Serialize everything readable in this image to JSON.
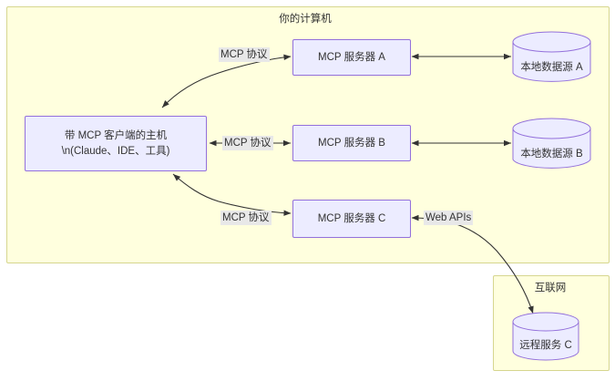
{
  "diagram": {
    "type": "flowchart",
    "colors": {
      "subgraph_fill": "#ffffde",
      "subgraph_stroke": "#d6d68f",
      "node_fill": "#ececff",
      "node_stroke": "#9370db",
      "edge_stroke": "#333333",
      "label_bg": "#e8e8e8",
      "text": "#333333",
      "page_bg": "#ffffff"
    },
    "subgraphs": [
      {
        "id": "computer",
        "title": "你的计算机"
      },
      {
        "id": "internet",
        "title": "互联网"
      }
    ],
    "nodes": [
      {
        "id": "host",
        "shape": "rect",
        "line1": "带 MCP 客户端的主机",
        "line2": "\\n(Claude、IDE、工具)"
      },
      {
        "id": "server_a",
        "shape": "rect",
        "label": "MCP 服务器 A"
      },
      {
        "id": "server_b",
        "shape": "rect",
        "label": "MCP 服务器 B"
      },
      {
        "id": "server_c",
        "shape": "rect",
        "label": "MCP 服务器 C"
      },
      {
        "id": "db_a",
        "shape": "cylinder",
        "label": "本地数据源 A"
      },
      {
        "id": "db_b",
        "shape": "cylinder",
        "label": "本地数据源 B"
      },
      {
        "id": "remote_c",
        "shape": "cylinder",
        "label": "远程服务 C"
      }
    ],
    "edges": [
      {
        "id": "host-server-a",
        "label": "MCP 协议",
        "from": "host",
        "to": "server_a",
        "arrows": "both"
      },
      {
        "id": "host-server-b",
        "label": "MCP 协议",
        "from": "host",
        "to": "server_b",
        "arrows": "both"
      },
      {
        "id": "host-server-c",
        "label": "MCP 协议",
        "from": "host",
        "to": "server_c",
        "arrows": "both"
      },
      {
        "id": "server-a-db-a",
        "label": "",
        "from": "server_a",
        "to": "db_a",
        "arrows": "both"
      },
      {
        "id": "server-b-db-b",
        "label": "",
        "from": "server_b",
        "to": "db_b",
        "arrows": "both"
      },
      {
        "id": "server-c-remote-c",
        "label": "Web APIs",
        "from": "server_c",
        "to": "remote_c",
        "arrows": "both"
      }
    ]
  }
}
